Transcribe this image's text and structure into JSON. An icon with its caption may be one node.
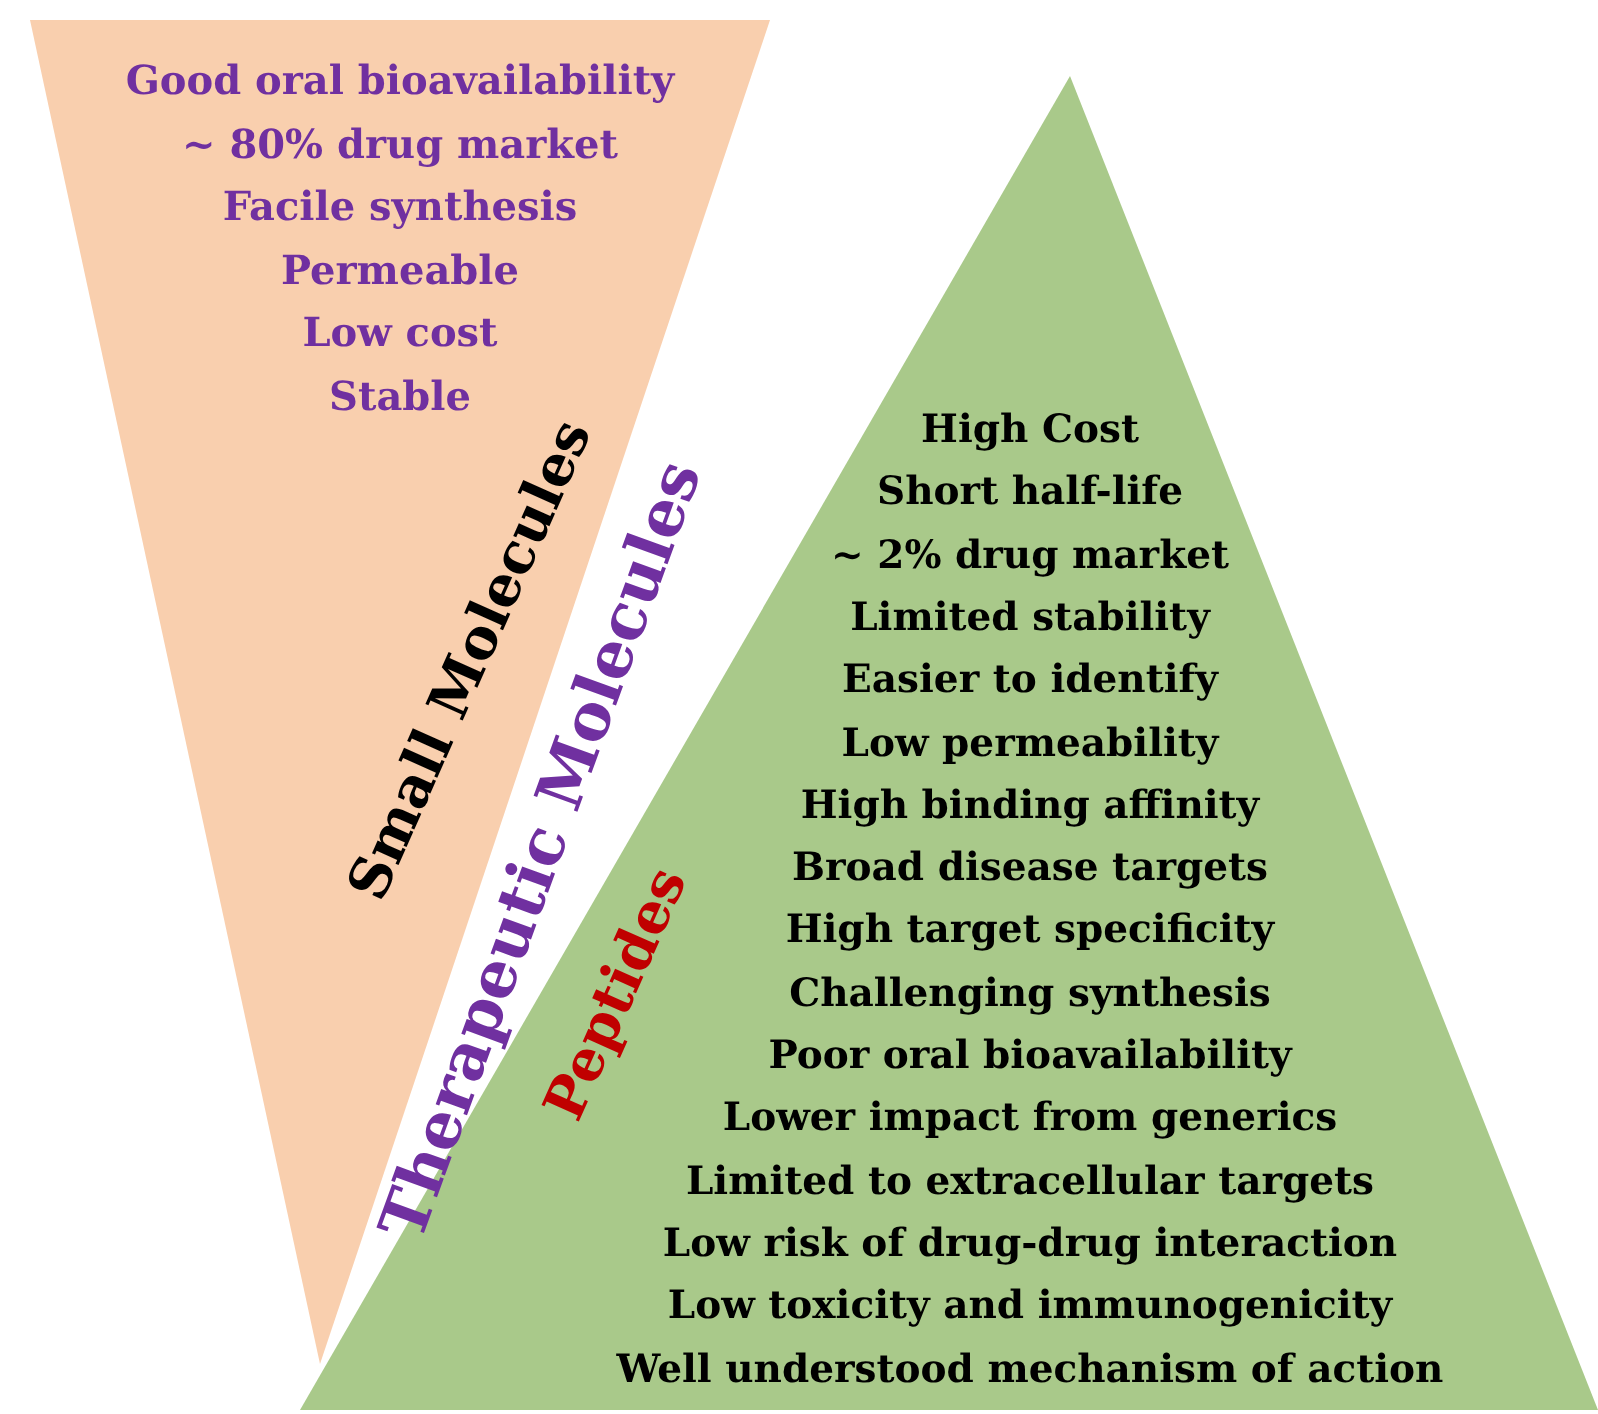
{
  "diagram": {
    "nodes": [
      {
        "text": [
          "Small Molecules",
          "Good oral bioavailability",
          "~ 80% drug market",
          "Facile synthesis",
          "Permeable",
          "Low cost",
          "Stable"
        ]
      },
      {
        "text": [
          "Peptides",
          "High Cost",
          "Short half-life",
          "~ 2% drug market",
          "Limited stability",
          "Easier to identify",
          "Low permeability",
          "High binding affinity",
          "Broad disease targets",
          "High target specificity",
          "Challenging synthesis",
          "Poor oral bioavailability",
          "Lower impact from generics",
          "Limited to extracellular targets",
          "Low risk of drug-drug interaction",
          "Low toxicity and immunogenicity",
          "Well understood mechanism of action"
        ]
      }
    ],
    "labels": [
      "Therapeutic Molecules"
    ]
  }
}
